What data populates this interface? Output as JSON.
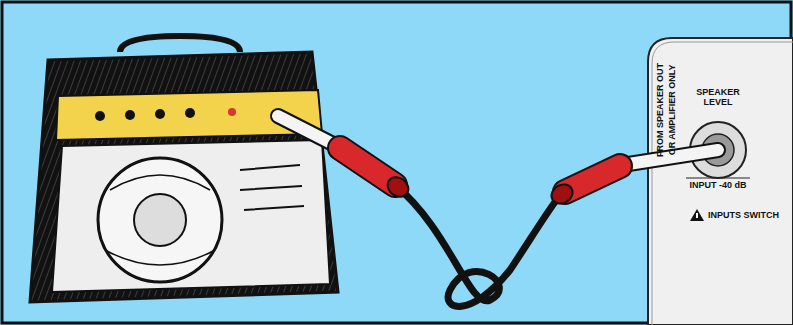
{
  "diagram": {
    "labels": [
      "SPEAKER LEVEL",
      "INPUT -40 dB",
      "FROM SPEAKER OUT",
      "OR AMPLIFIER ONLY",
      "INPUTS SWITCH"
    ]
  }
}
